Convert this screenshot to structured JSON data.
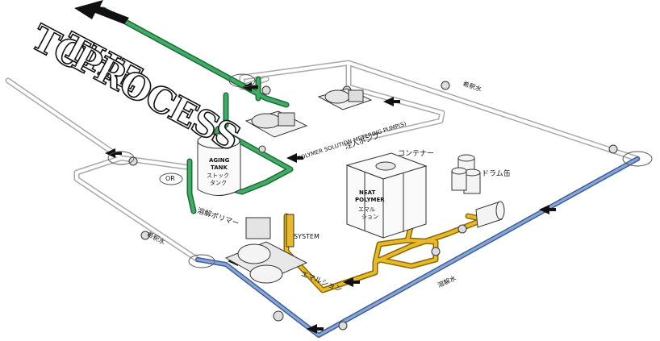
{
  "headline": [
    "TO",
    "THE",
    "PROCESS"
  ],
  "labels": {
    "dilution_water_top": "希釈水",
    "dilution_water_left": "希釈水",
    "solution_water": "溶解水",
    "metering_pump_en": "POLYMER SOLUTION METERING PUMP(S)",
    "metering_pump_jp": "注入ポンプ",
    "container": "コンテナー",
    "drums": "ドラム缶",
    "neat_polymer_en_1": "NEAT",
    "neat_polymer_en_2": "POLYMER",
    "neat_polymer_jp_1": "エマル",
    "neat_polymer_jp_2": "ション",
    "aging_tank_en_1": "AGING",
    "aging_tank_en_2": "TANK",
    "aging_tank_jp_1": "ストック",
    "aging_tank_jp_2": "タンク",
    "or": "OR",
    "dissolved_polymer": "溶解ポリマー",
    "system": "SYSTEM",
    "emulsion": "エマルション"
  },
  "colors": {
    "polymer_solution_line": "#2e8b57",
    "emulsion_line": "#d4a017",
    "dissolving_water_line": "#5b7db8",
    "dilution_water_line": "#c8c8c8",
    "outline": "#333333"
  },
  "icons": [
    "flow-arrow-icon",
    "valve-icon",
    "pump-icon",
    "tank-icon",
    "drum-icon"
  ]
}
